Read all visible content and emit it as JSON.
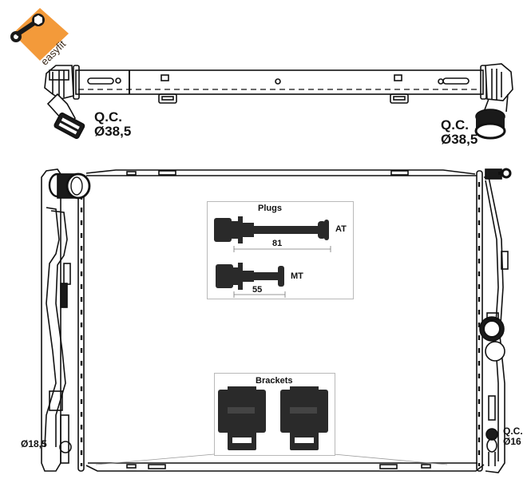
{
  "logo": {
    "brand_text": "easyfit",
    "icon": "wrench-icon",
    "color": "#f39a3a"
  },
  "top_tank": {
    "left_connection": {
      "type": "Q.C.",
      "diameter": "Ø38,5"
    },
    "right_connection": {
      "type": "Q.C.",
      "diameter": "Ø38,5"
    }
  },
  "radiator": {
    "left_side_label": "Ø18,5",
    "right_bottom_connection": {
      "type": "Q.C.",
      "diameter": "Ø16"
    }
  },
  "plugs_inset": {
    "title": "Plugs",
    "items": [
      {
        "tag": "AT",
        "length": "81"
      },
      {
        "tag": "MT",
        "length": "55"
      }
    ]
  },
  "brackets_inset": {
    "title": "Brackets",
    "count": 2
  },
  "colors": {
    "line": "#111111",
    "part_dark": "#2a2a2a",
    "inset_border": "#b9b9b9",
    "logo_orange": "#f39a3a"
  }
}
